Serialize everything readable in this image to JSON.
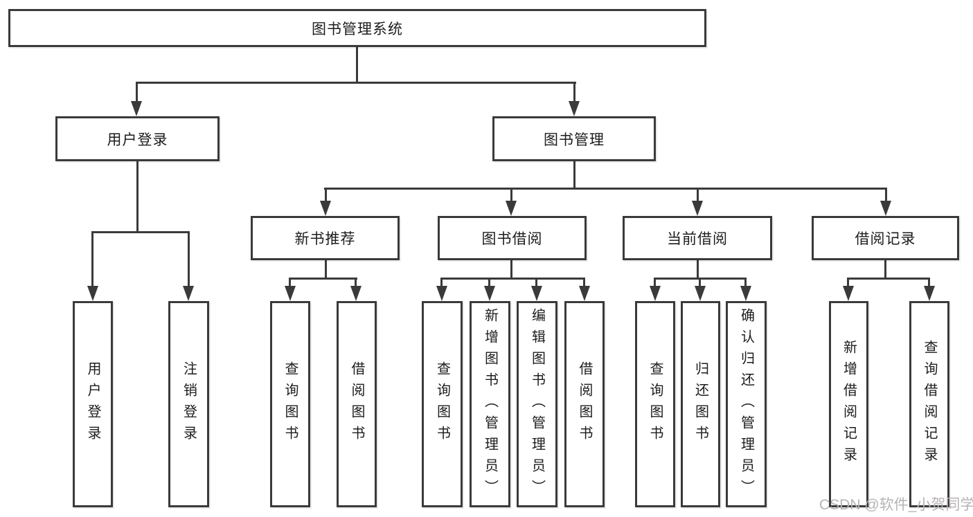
{
  "diagram": {
    "title": "图书管理系统",
    "nodes": {
      "root": "图书管理系统",
      "user_login": "用户登录",
      "book_mgmt": "图书管理",
      "new_books": "新书推荐",
      "book_borrow": "图书借阅",
      "current_borrow": "当前借阅",
      "borrow_records": "借阅记录",
      "ul_login": "用户登录",
      "ul_logout": "注销登录",
      "nb_query": "查询图书",
      "nb_borrow": "借阅图书",
      "bb_query": "查询图书",
      "bb_add": "新增图书（管理员）",
      "bb_edit": "编辑图书（管理员）",
      "bb_borrow": "借阅图书",
      "cb_query": "查询图书",
      "cb_return": "归还图书",
      "cb_confirm": "确认归还（管理员）",
      "br_add": "新增借阅记录",
      "br_query": "查询借阅记录"
    },
    "colors": {
      "line": "#3a3a3a",
      "text": "#1c1c1c",
      "watermark": "#b7b3b3",
      "background": "#ffffff"
    }
  },
  "watermark": {
    "text": "CSDN @软件_小贺同学"
  }
}
